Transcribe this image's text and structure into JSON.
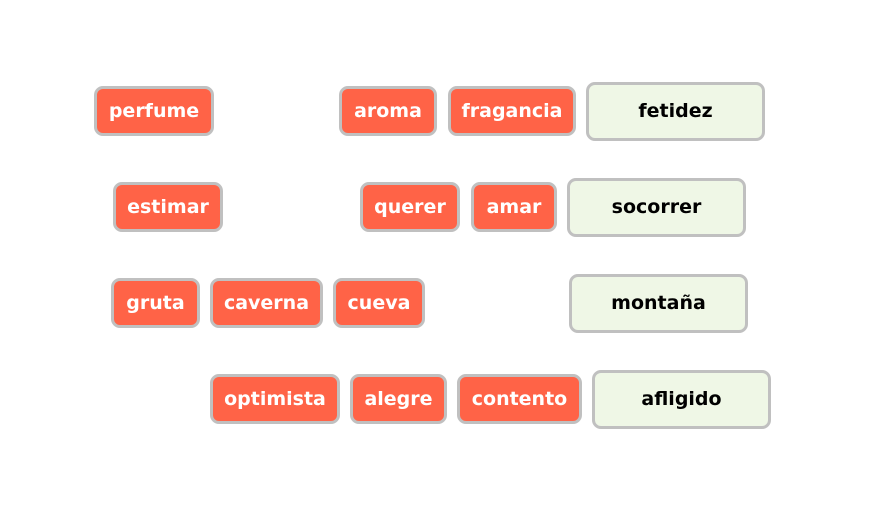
{
  "rows": [
    {
      "options": [
        "perfume",
        "aroma",
        "fragancia"
      ],
      "target": "fetidez"
    },
    {
      "options": [
        "estimar",
        "querer",
        "amar"
      ],
      "target": "socorrer"
    },
    {
      "options": [
        "gruta",
        "caverna",
        "cueva"
      ],
      "target": "montaña"
    },
    {
      "options": [
        "optimista",
        "alegre",
        "contento"
      ],
      "target": "afligido"
    }
  ],
  "colors": {
    "chip": "#ff6347",
    "target": "#eff7e6",
    "border": "#c0c0c0"
  }
}
